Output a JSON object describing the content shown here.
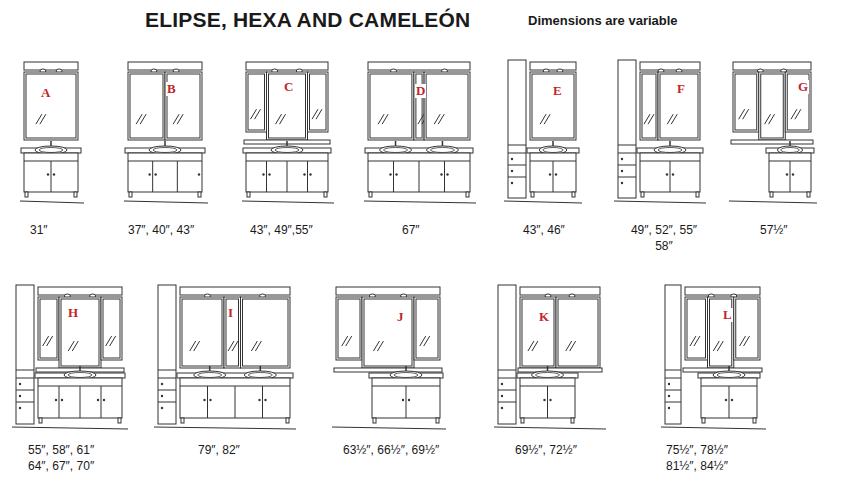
{
  "diagram": {
    "title": "ELIPSE, HEXA AND CAMELEÓN",
    "labels": [
      "Dimensions are variable",
      "A",
      "B",
      "C",
      "D",
      "E",
      "F",
      "G",
      "31″",
      "37″, 40″, 43″",
      "43″, 49″,55″",
      "67″",
      "43″, 46″",
      "49″, 52″, 55″ 58″",
      "57½″",
      "H",
      "I",
      "J",
      "K",
      "L",
      "55″, 58″, 61″ 64″, 67″, 70″",
      "79″, 82″",
      "63½″, 66½″, 69½″",
      "69½″, 72½″",
      "75½″, 78½″ 81½″, 84½″"
    ]
  }
}
